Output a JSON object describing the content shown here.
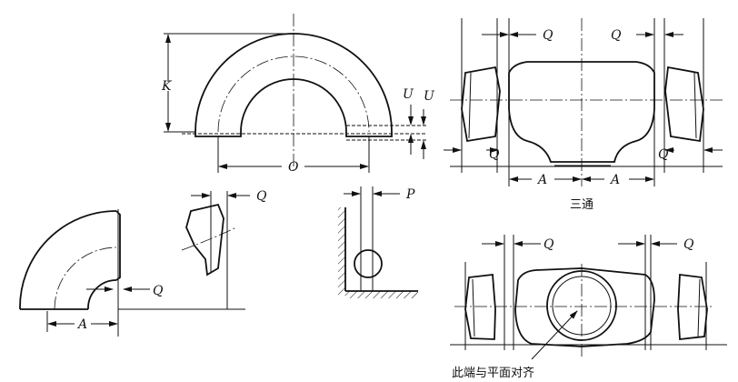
{
  "labels": {
    "K": "K",
    "O": "O",
    "U1": "U",
    "U2": "U",
    "Q_elbow": "Q",
    "A_elbow": "A",
    "Q_pipe_end": "Q",
    "P": "P",
    "Q_tee_top_left": "Q",
    "Q_tee_top_right": "Q",
    "Q_tee_side_left": "Q",
    "Q_tee_side_right": "Q",
    "A_tee_left": "A",
    "A_tee_right": "A",
    "Q_cross_left": "Q",
    "Q_cross_right": "Q"
  },
  "captions": {
    "tee": "三通",
    "align_note": "此端与平面对齐"
  }
}
